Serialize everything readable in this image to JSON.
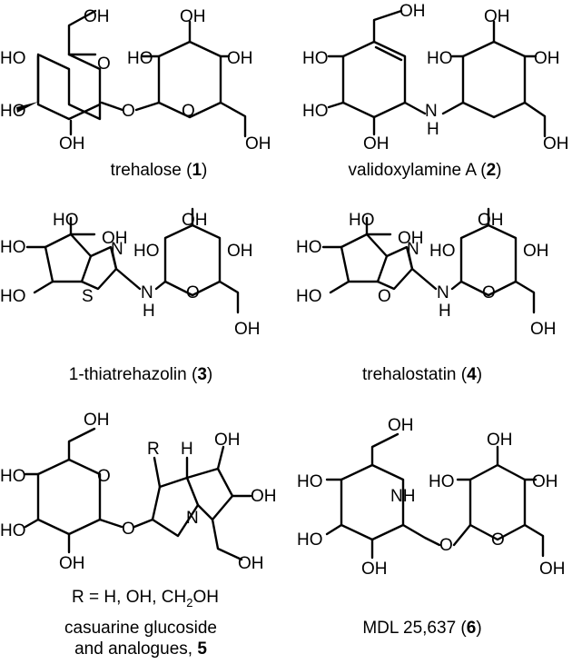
{
  "labels": {
    "oh": "OH",
    "ho": "HO",
    "o": "O",
    "n": "N",
    "s": "S",
    "h": "H",
    "r": "R",
    "nh": "NH"
  },
  "compounds": [
    {
      "name_pre": "trehalose (",
      "number": "1",
      "name_post": ")"
    },
    {
      "name_pre": "validoxylamine A (",
      "number": "2",
      "name_post": ")"
    },
    {
      "name_pre": "1-thiatrehazolin (",
      "number": "3",
      "name_post": ")"
    },
    {
      "name_pre": "trehalostatin (",
      "number": "4",
      "name_post": ")"
    },
    {
      "line1": "casuarine glucoside",
      "line2_pre": "and analogues, ",
      "number": "5"
    },
    {
      "name_pre": "MDL 25,637 (",
      "number": "6",
      "name_post": ")"
    }
  ],
  "r_groups": {
    "pre": "R = H, OH, CH",
    "sub": "2",
    "post": "OH"
  }
}
